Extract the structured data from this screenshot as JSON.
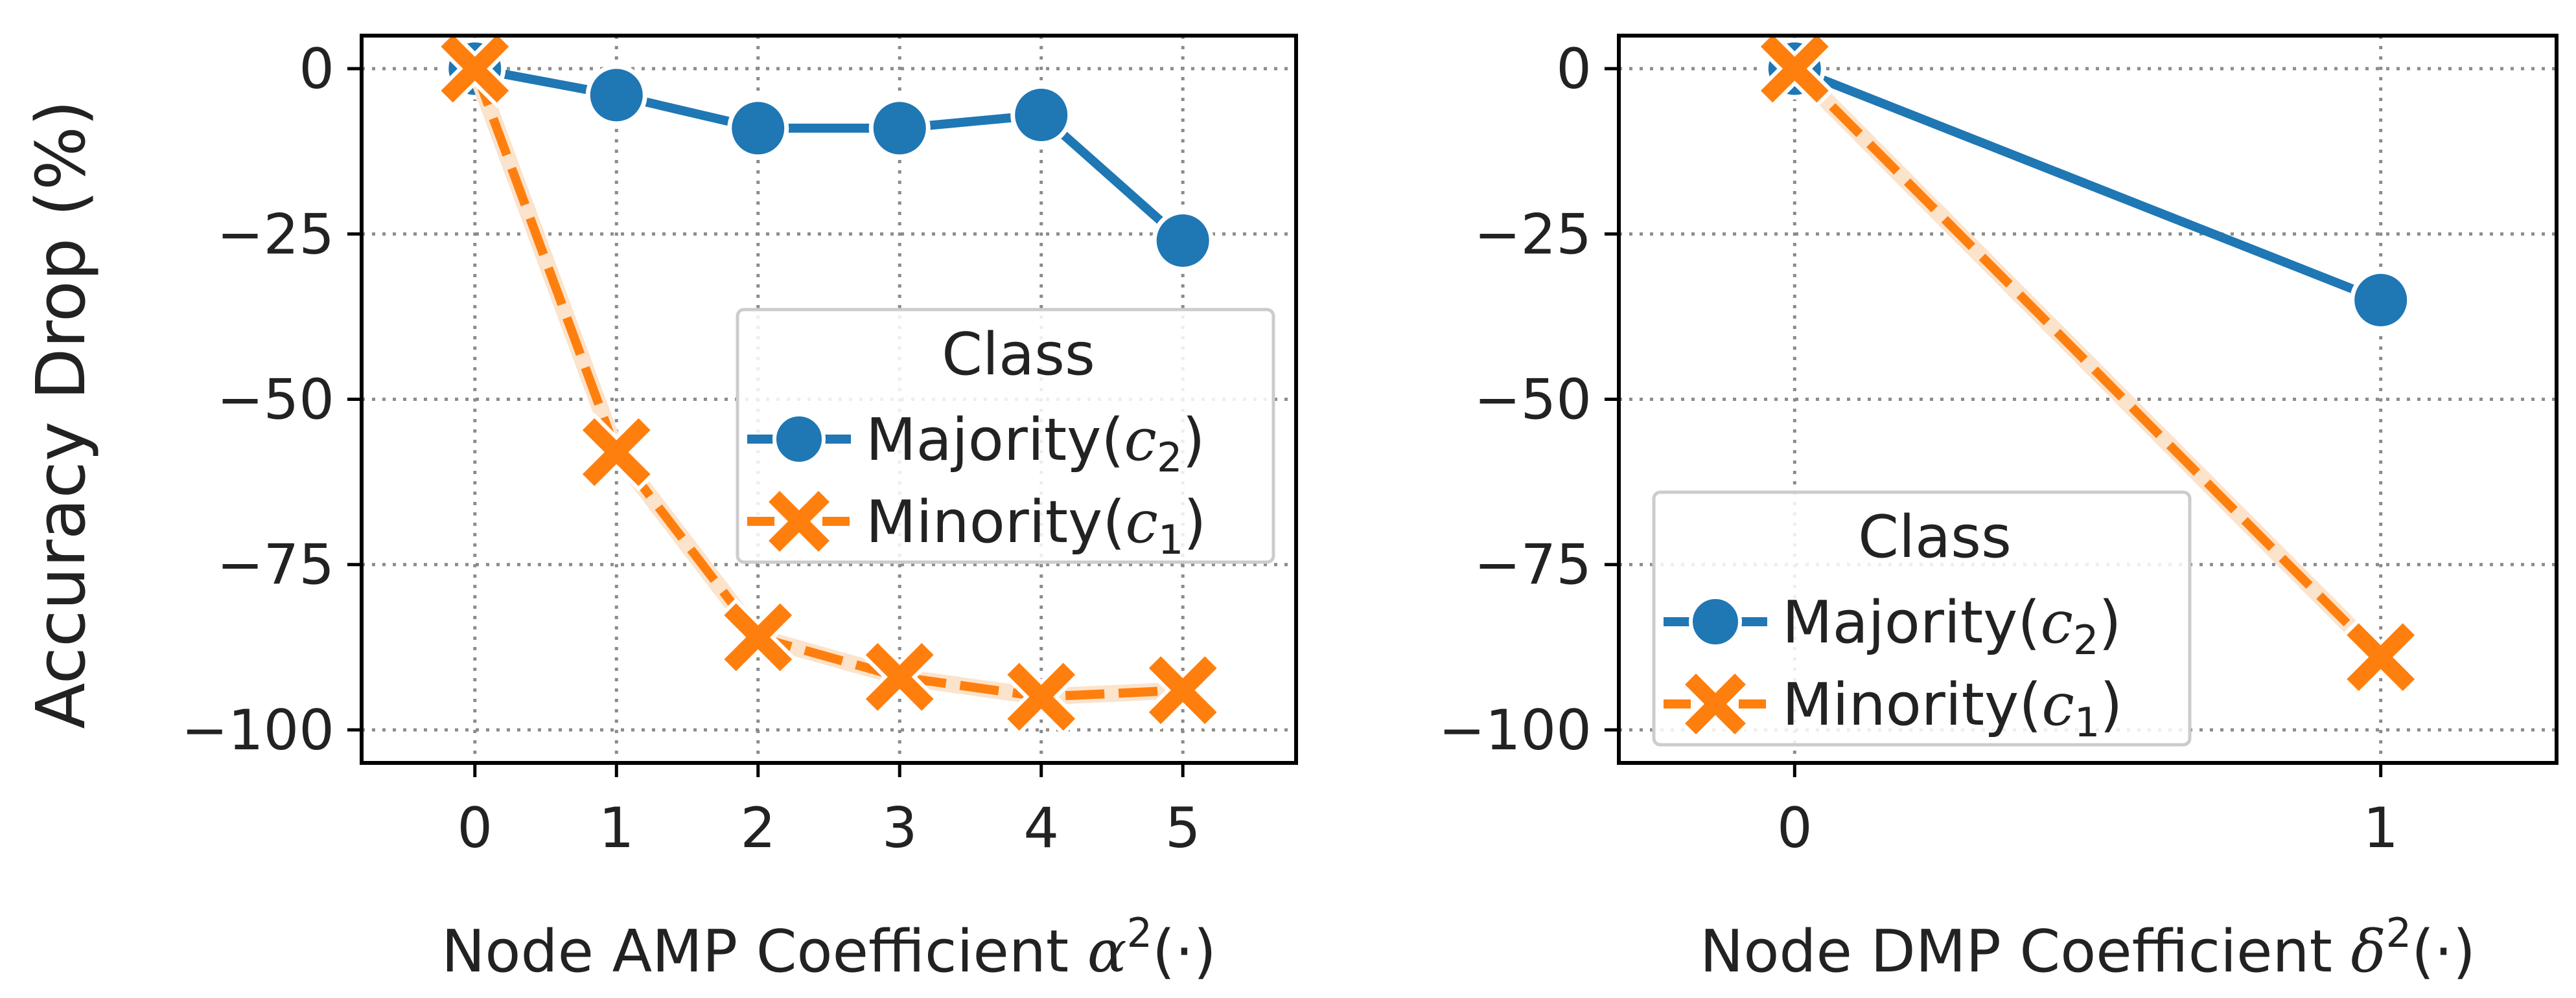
{
  "figure": {
    "ylabel": "Accuracy Drop (%)"
  },
  "chart_data": [
    {
      "type": "line",
      "xlabel": "Node AMP Coefficient α²(·)",
      "xlabel_parts": {
        "prefix": "Node AMP Coefficient ",
        "symbol": "α",
        "sup": "2",
        "suffix": "(·)"
      },
      "ylabel": "Accuracy Drop (%)",
      "x": [
        0,
        1,
        2,
        3,
        4,
        5
      ],
      "x_ticks": [
        "0",
        "1",
        "2",
        "3",
        "4",
        "5"
      ],
      "y_ticks": [
        0,
        -25,
        -50,
        -75,
        -100
      ],
      "y_tick_labels": [
        "0",
        "−25",
        "−50",
        "−75",
        "−100"
      ],
      "xlim": [
        -0.8,
        5.8
      ],
      "ylim": [
        -105,
        5
      ],
      "grid": true,
      "legend": {
        "title": "Class",
        "placement": "center-right",
        "entries": [
          {
            "label_prefix": "Majority(",
            "symbol": "c",
            "sub": "2",
            "label_suffix": ")"
          },
          {
            "label_prefix": "Minority(",
            "symbol": "c",
            "sub": "1",
            "label_suffix": ")"
          }
        ]
      },
      "series": [
        {
          "name": "Majority(c₂)",
          "values": [
            0,
            -4,
            -9,
            -9,
            -7,
            -26
          ],
          "color": "#1f77b4",
          "marker": "circle",
          "linestyle": "solid"
        },
        {
          "name": "Minority(c₁)",
          "values": [
            0,
            -58,
            -86,
            -92,
            -95,
            -94
          ],
          "color": "#ff7f0e",
          "marker": "x",
          "linestyle": "dashed"
        }
      ]
    },
    {
      "type": "line",
      "xlabel": "Node DMP Coefficient δ²(·)",
      "xlabel_parts": {
        "prefix": "Node DMP Coefficient ",
        "symbol": "δ",
        "sup": "2",
        "suffix": "(·)"
      },
      "x": [
        0,
        1
      ],
      "x_ticks": [
        "0",
        "1"
      ],
      "y_ticks": [
        0,
        -25,
        -50,
        -75,
        -100
      ],
      "y_tick_labels": [
        "0",
        "−25",
        "−50",
        "−75",
        "−100"
      ],
      "xlim": [
        -0.3,
        1.3
      ],
      "ylim": [
        -105,
        5
      ],
      "grid": true,
      "legend": {
        "title": "Class",
        "placement": "lower-left",
        "entries": [
          {
            "label_prefix": "Majority(",
            "symbol": "c",
            "sub": "2",
            "label_suffix": ")"
          },
          {
            "label_prefix": "Minority(",
            "symbol": "c",
            "sub": "1",
            "label_suffix": ")"
          }
        ]
      },
      "series": [
        {
          "name": "Majority(c₂)",
          "values": [
            0,
            -35
          ],
          "color": "#1f77b4",
          "marker": "circle",
          "linestyle": "solid"
        },
        {
          "name": "Minority(c₁)",
          "values": [
            0,
            -89
          ],
          "color": "#ff7f0e",
          "marker": "x",
          "linestyle": "dashed"
        }
      ]
    }
  ]
}
